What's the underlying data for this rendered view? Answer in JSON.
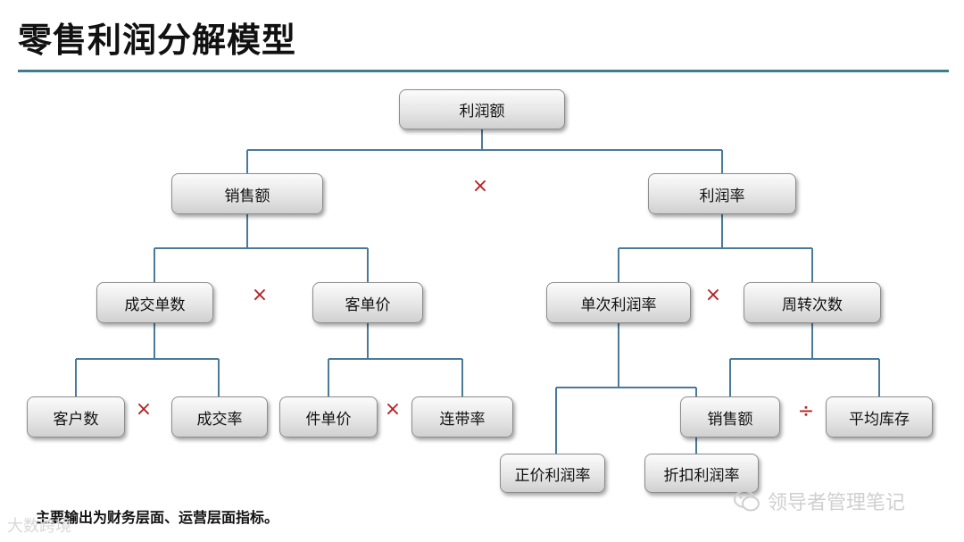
{
  "title": "零售利润分解模型",
  "nodes": {
    "profit": "利润额",
    "sales": "销售额",
    "margin": "利润率",
    "orders": "成交单数",
    "avg_order": "客单价",
    "unit_margin": "单次利润率",
    "turnover": "周转次数",
    "customers": "客户数",
    "conversion": "成交率",
    "unit_price": "件单价",
    "attach_rate": "连带率",
    "sales2": "销售额",
    "avg_inventory": "平均库存",
    "full_price_margin": "正价利润率",
    "discount_margin": "折扣利润率"
  },
  "operators": {
    "multiply": "×",
    "divide": "÷"
  },
  "note": "主要输出为财务层面、运营层面指标。",
  "watermark_left": "大数跨境",
  "watermark_right": "领导者管理笔记",
  "colors": {
    "connector": "#4a7a9a",
    "operator": "#b22222",
    "rule": "#3d7d8c"
  }
}
